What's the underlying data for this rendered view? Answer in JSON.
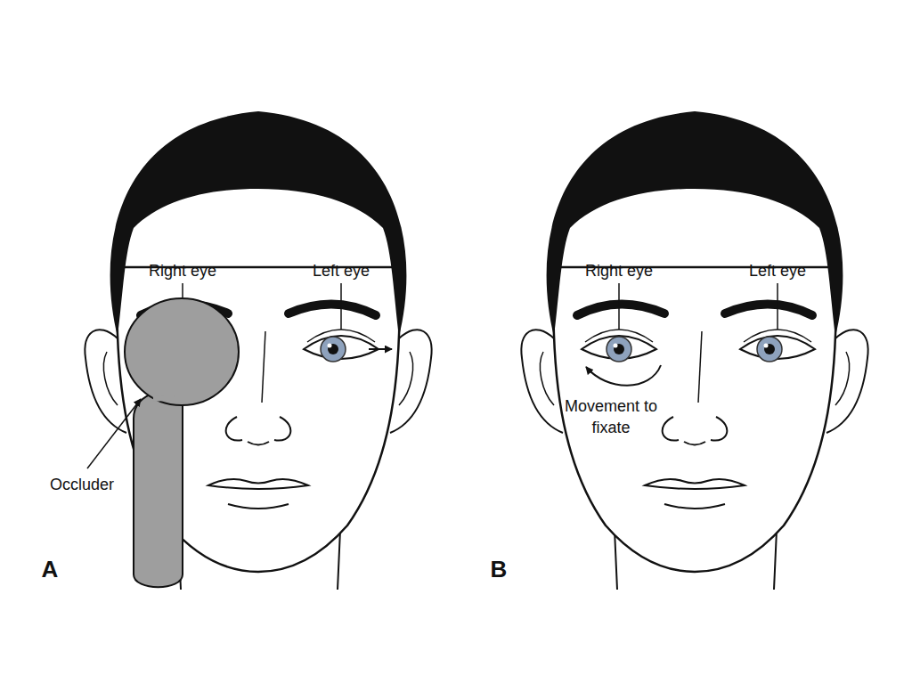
{
  "diagram": {
    "labels": [
      "Right eye",
      "Left eye",
      "Occluder",
      "A",
      "Right eye",
      "Left eye",
      "Movement to fixate",
      "B"
    ]
  }
}
